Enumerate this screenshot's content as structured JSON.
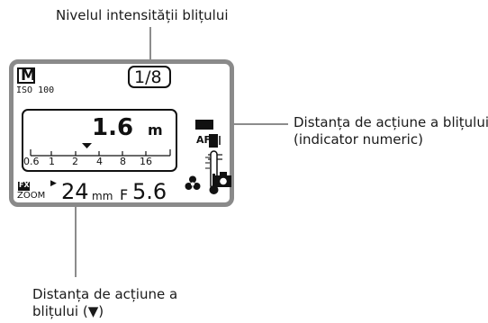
{
  "callouts": {
    "top": "Nivelul intensității blițului",
    "right_line1": "Distanța de acțiune a blițului",
    "right_line2": "(indicator numeric)",
    "bottom_line1": "Distanța de acțiune a",
    "bottom_line2": "blițului (▼)"
  },
  "lcd": {
    "mode": "M",
    "iso": "ISO 100",
    "power": "1/8",
    "distance": "1.6",
    "distance_unit": "m",
    "scale_ticks": [
      "0.6",
      "1",
      "2",
      "4",
      "8",
      "16"
    ],
    "fx_label": "FX",
    "zoom_label": "ZOOM",
    "zoom_value": "24",
    "zoom_unit": "mm",
    "aperture_prefix": "F",
    "aperture_value": "5.6",
    "af_label": "AF"
  },
  "colors": {
    "frame": "#8a8a8a",
    "ink": "#111111",
    "leader": "#1a1a1a"
  }
}
